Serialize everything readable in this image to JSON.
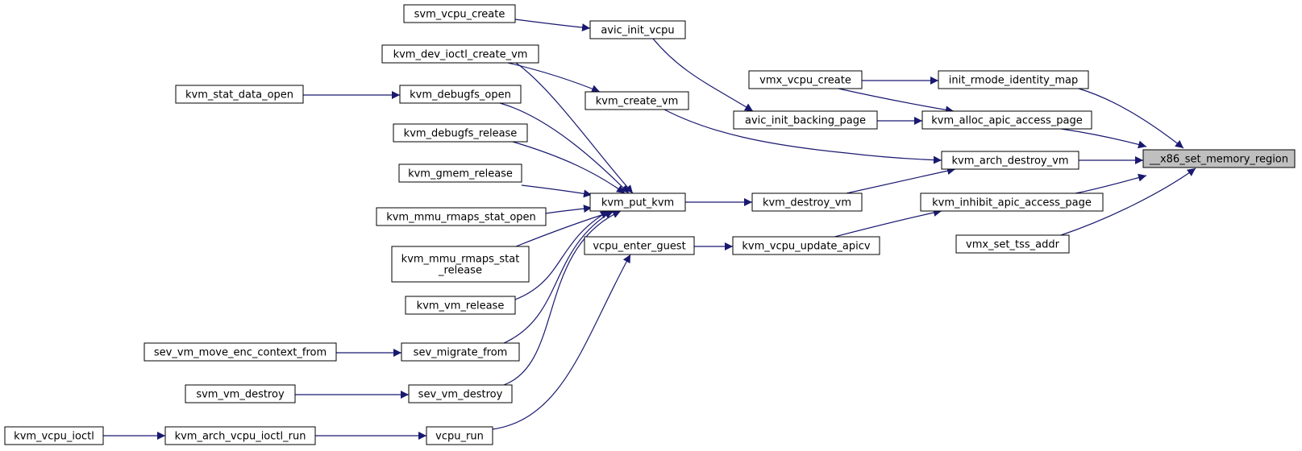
{
  "graph": {
    "type": "call-graph",
    "colors": {
      "edge": "#191970",
      "node_fill": "#ffffff",
      "node_border": "#000000",
      "root_fill": "#bfbfbf"
    },
    "root": "x86_set_memory_region",
    "nodes": [
      {
        "id": "x86_set_memory_region",
        "lines": [
          "__x86_set_memory_region"
        ]
      },
      {
        "id": "init_rmode_identity_map",
        "lines": [
          "init_rmode_identity_map"
        ]
      },
      {
        "id": "kvm_alloc_apic_access_page",
        "lines": [
          "kvm_alloc_apic_access_page"
        ]
      },
      {
        "id": "kvm_arch_destroy_vm",
        "lines": [
          "kvm_arch_destroy_vm"
        ]
      },
      {
        "id": "kvm_inhibit_apic_access_page",
        "lines": [
          "kvm_inhibit_apic_access_page"
        ]
      },
      {
        "id": "vmx_set_tss_addr",
        "lines": [
          "vmx_set_tss_addr"
        ]
      },
      {
        "id": "vmx_vcpu_create",
        "lines": [
          "vmx_vcpu_create"
        ]
      },
      {
        "id": "avic_init_backing_page",
        "lines": [
          "avic_init_backing_page"
        ]
      },
      {
        "id": "avic_init_vcpu",
        "lines": [
          "avic_init_vcpu"
        ]
      },
      {
        "id": "svm_vcpu_create",
        "lines": [
          "svm_vcpu_create"
        ]
      },
      {
        "id": "kvm_create_vm",
        "lines": [
          "kvm_create_vm"
        ]
      },
      {
        "id": "kvm_dev_ioctl_create_vm",
        "lines": [
          "kvm_dev_ioctl_create_vm"
        ]
      },
      {
        "id": "kvm_destroy_vm",
        "lines": [
          "kvm_destroy_vm"
        ]
      },
      {
        "id": "kvm_put_kvm",
        "lines": [
          "kvm_put_kvm"
        ]
      },
      {
        "id": "kvm_debugfs_open",
        "lines": [
          "kvm_debugfs_open"
        ]
      },
      {
        "id": "kvm_stat_data_open",
        "lines": [
          "kvm_stat_data_open"
        ]
      },
      {
        "id": "kvm_debugfs_release",
        "lines": [
          "kvm_debugfs_release"
        ]
      },
      {
        "id": "kvm_gmem_release",
        "lines": [
          "kvm_gmem_release"
        ]
      },
      {
        "id": "kvm_mmu_rmaps_stat_open",
        "lines": [
          "kvm_mmu_rmaps_stat_open"
        ]
      },
      {
        "id": "kvm_mmu_rmaps_stat_release",
        "lines": [
          "kvm_mmu_rmaps_stat",
          "_release"
        ]
      },
      {
        "id": "kvm_vm_release",
        "lines": [
          "kvm_vm_release"
        ]
      },
      {
        "id": "sev_migrate_from",
        "lines": [
          "sev_migrate_from"
        ]
      },
      {
        "id": "sev_vm_move_enc_context_from",
        "lines": [
          "sev_vm_move_enc_context_from"
        ]
      },
      {
        "id": "sev_vm_destroy",
        "lines": [
          "sev_vm_destroy"
        ]
      },
      {
        "id": "svm_vm_destroy",
        "lines": [
          "svm_vm_destroy"
        ]
      },
      {
        "id": "kvm_vcpu_update_apicv",
        "lines": [
          "kvm_vcpu_update_apicv"
        ]
      },
      {
        "id": "vcpu_enter_guest",
        "lines": [
          "vcpu_enter_guest"
        ]
      },
      {
        "id": "vcpu_run",
        "lines": [
          "vcpu_run"
        ]
      },
      {
        "id": "kvm_arch_vcpu_ioctl_run",
        "lines": [
          "kvm_arch_vcpu_ioctl_run"
        ]
      },
      {
        "id": "kvm_vcpu_ioctl",
        "lines": [
          "kvm_vcpu_ioctl"
        ]
      }
    ],
    "edges": [
      {
        "from": "init_rmode_identity_map",
        "to": "x86_set_memory_region"
      },
      {
        "from": "kvm_alloc_apic_access_page",
        "to": "x86_set_memory_region"
      },
      {
        "from": "kvm_arch_destroy_vm",
        "to": "x86_set_memory_region"
      },
      {
        "from": "kvm_inhibit_apic_access_page",
        "to": "x86_set_memory_region"
      },
      {
        "from": "vmx_set_tss_addr",
        "to": "x86_set_memory_region"
      },
      {
        "from": "vmx_vcpu_create",
        "to": "init_rmode_identity_map"
      },
      {
        "from": "vmx_vcpu_create",
        "to": "kvm_alloc_apic_access_page"
      },
      {
        "from": "avic_init_backing_page",
        "to": "kvm_alloc_apic_access_page"
      },
      {
        "from": "avic_init_vcpu",
        "to": "avic_init_backing_page"
      },
      {
        "from": "svm_vcpu_create",
        "to": "avic_init_vcpu"
      },
      {
        "from": "kvm_create_vm",
        "to": "kvm_arch_destroy_vm"
      },
      {
        "from": "kvm_destroy_vm",
        "to": "kvm_arch_destroy_vm"
      },
      {
        "from": "kvm_dev_ioctl_create_vm",
        "to": "kvm_create_vm"
      },
      {
        "from": "kvm_put_kvm",
        "to": "kvm_destroy_vm"
      },
      {
        "from": "kvm_dev_ioctl_create_vm",
        "to": "kvm_put_kvm"
      },
      {
        "from": "kvm_debugfs_open",
        "to": "kvm_put_kvm"
      },
      {
        "from": "kvm_debugfs_release",
        "to": "kvm_put_kvm"
      },
      {
        "from": "kvm_gmem_release",
        "to": "kvm_put_kvm"
      },
      {
        "from": "kvm_mmu_rmaps_stat_open",
        "to": "kvm_put_kvm"
      },
      {
        "from": "kvm_mmu_rmaps_stat_release",
        "to": "kvm_put_kvm"
      },
      {
        "from": "kvm_vm_release",
        "to": "kvm_put_kvm"
      },
      {
        "from": "sev_migrate_from",
        "to": "kvm_put_kvm"
      },
      {
        "from": "sev_vm_destroy",
        "to": "kvm_put_kvm"
      },
      {
        "from": "kvm_stat_data_open",
        "to": "kvm_debugfs_open"
      },
      {
        "from": "sev_vm_move_enc_context_from",
        "to": "sev_migrate_from"
      },
      {
        "from": "svm_vm_destroy",
        "to": "sev_vm_destroy"
      },
      {
        "from": "kvm_vcpu_update_apicv",
        "to": "kvm_inhibit_apic_access_page"
      },
      {
        "from": "vcpu_enter_guest",
        "to": "kvm_vcpu_update_apicv"
      },
      {
        "from": "vcpu_run",
        "to": "vcpu_enter_guest"
      },
      {
        "from": "kvm_arch_vcpu_ioctl_run",
        "to": "vcpu_run"
      },
      {
        "from": "kvm_vcpu_ioctl",
        "to": "kvm_arch_vcpu_ioctl_run"
      }
    ]
  }
}
